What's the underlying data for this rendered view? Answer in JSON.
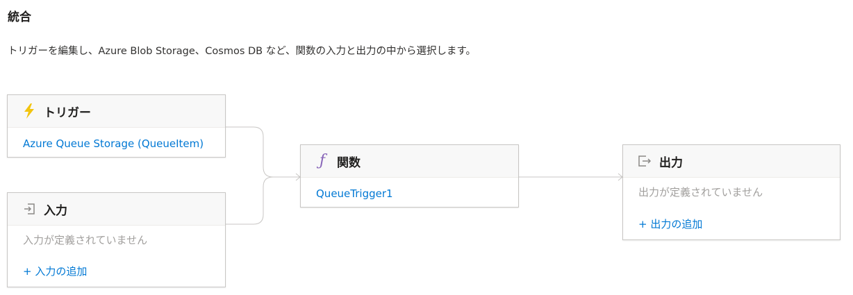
{
  "page": {
    "title": "統合",
    "description": "トリガーを編集し、Azure Blob Storage、Cosmos DB など、関数の入力と出力の中から選択します。"
  },
  "trigger": {
    "label": "トリガー",
    "icon": "lightning-icon",
    "link": "Azure Queue Storage (QueueItem)"
  },
  "input": {
    "label": "入力",
    "icon": "input-icon",
    "empty_text": "入力が定義されていません",
    "add_link": "+ 入力の追加"
  },
  "function": {
    "label": "関数",
    "icon": "function-icon",
    "link": "QueueTrigger1"
  },
  "output": {
    "label": "出力",
    "icon": "output-icon",
    "empty_text": "出力が定義されていません",
    "add_link": "+ 出力の追加"
  },
  "colors": {
    "link": "#0078d4",
    "lightning": "#f2c40f",
    "function_glyph": "#8764b8"
  }
}
